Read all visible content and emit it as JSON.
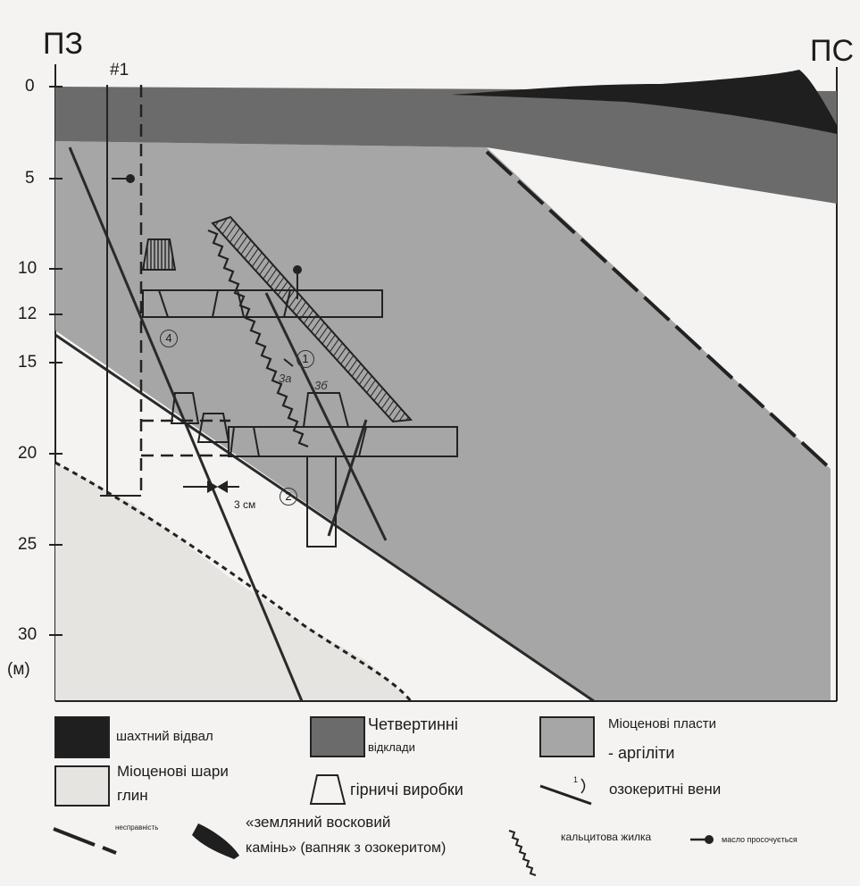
{
  "header": {
    "left": "ПЗ",
    "right": "ПС",
    "well": "#1"
  },
  "axis": {
    "ticks": [
      "0",
      "5",
      "10",
      "12",
      "15",
      "20",
      "25",
      "30"
    ],
    "unit": "(м)"
  },
  "annotations": {
    "n1": "1",
    "n2": "2",
    "n4": "4",
    "n3a": "3а",
    "n3b": "3б",
    "width": "3 см"
  },
  "legend": {
    "dump": "шахтний відвал",
    "quaternary_1": "Четвертинні",
    "quaternary_2": "відклади",
    "miocene_layers_1": "Міоценові пласти",
    "miocene_layers_2": "- аргіліти",
    "miocene_clays_1": "Міоценові шари",
    "miocene_clays_2": "глин",
    "workings": "гірничі виробки",
    "ozokerite_num": "1",
    "ozokerite": "озокеритні вени",
    "fault": "несправність",
    "earth_wax_1": "«земляний восковий",
    "earth_wax_2": "камінь» (вапняк з озокеритом)",
    "calcite": "кальцитова жилка",
    "oil": "масло просочується"
  },
  "colors": {
    "quaternary": "#6b6b6b",
    "miocene_layers": "#a6a6a6",
    "miocene_clays": "#e6e4e0",
    "dump": "#1f1f1f",
    "line": "#2a2a2a",
    "background": "#f4f3f1"
  }
}
